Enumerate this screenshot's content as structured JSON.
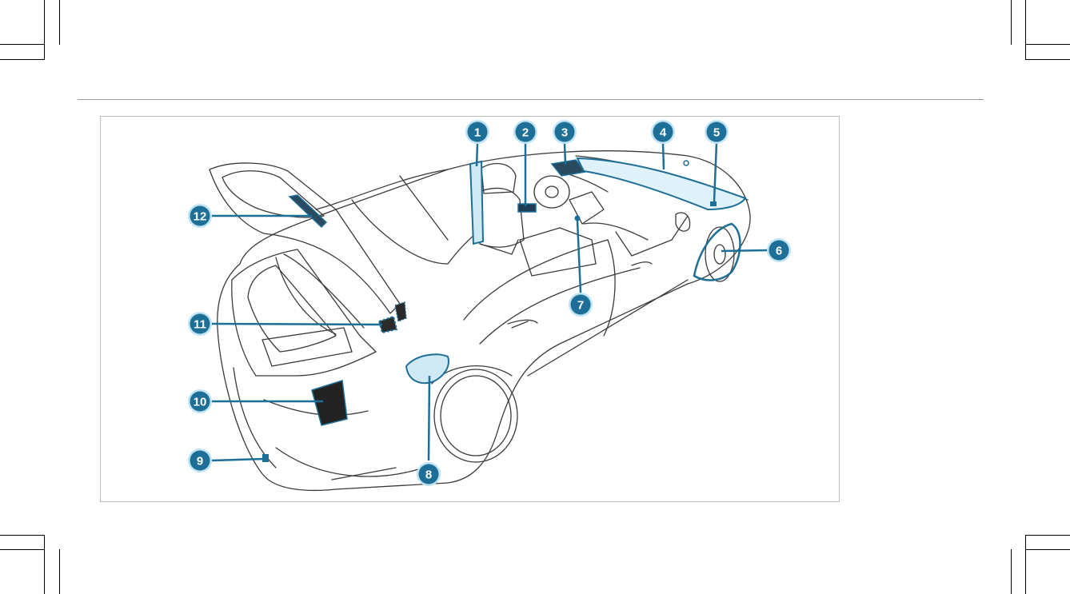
{
  "diagram": {
    "callouts": [
      "1",
      "2",
      "3",
      "4",
      "5",
      "6",
      "7",
      "8",
      "9",
      "10",
      "11",
      "12"
    ]
  },
  "colors": {
    "accent": "#1d6f97",
    "highlight": "#bfe3f3",
    "line": "#3a3a3a",
    "frame": "#bdbdbd"
  }
}
